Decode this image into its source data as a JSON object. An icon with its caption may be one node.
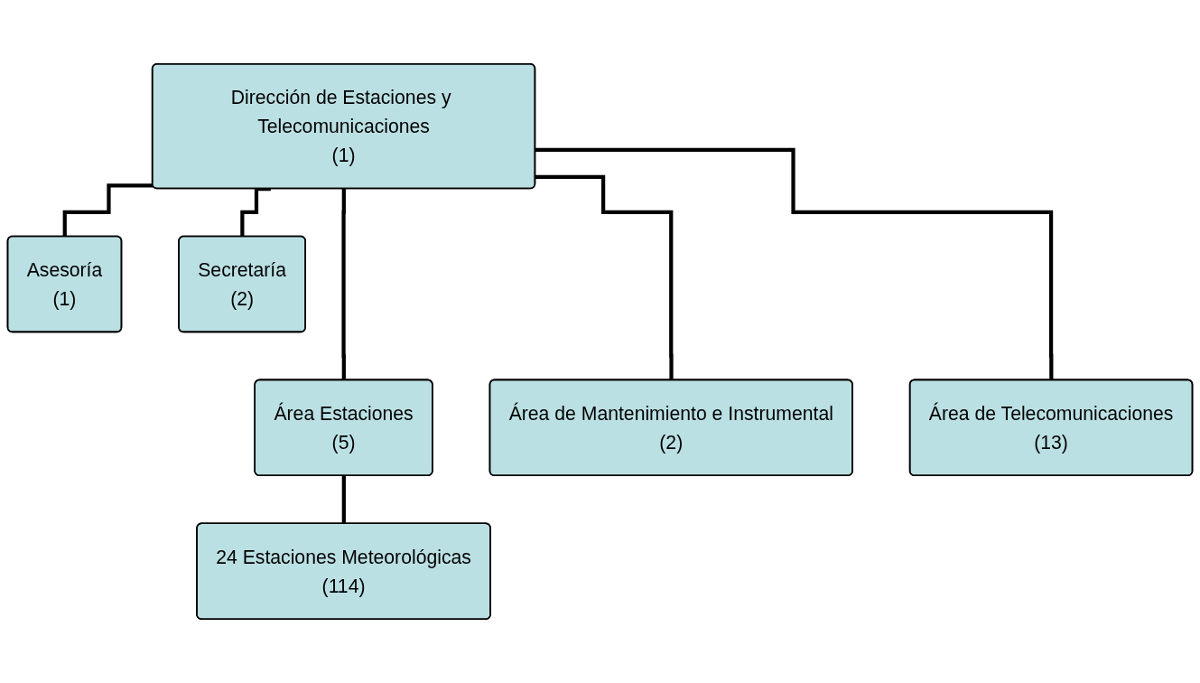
{
  "diagram": {
    "nodes": [
      {
        "text": [
          "Dirección de Estaciones y Telecomunicaciones",
          "(1)"
        ]
      },
      {
        "text": [
          "Asesoría",
          "(1)"
        ]
      },
      {
        "text": [
          "Secretaría",
          "(2)"
        ]
      },
      {
        "text": [
          "Área Estaciones",
          "(5)"
        ]
      },
      {
        "text": [
          "Área de Mantenimiento e Instrumental",
          "(2)"
        ]
      },
      {
        "text": [
          "Área de Telecomunicaciones",
          "(13)"
        ]
      },
      {
        "text": [
          "24 Estaciones Meteorológicas",
          "(114)"
        ]
      }
    ],
    "edges": [
      {
        "from": 0,
        "to": 1,
        "arrow": "none"
      },
      {
        "from": 0,
        "to": 2,
        "arrow": "none"
      },
      {
        "from": 0,
        "to": 3,
        "arrow": "none"
      },
      {
        "from": 0,
        "to": 4,
        "arrow": "none"
      },
      {
        "from": 0,
        "to": 5,
        "arrow": "none"
      },
      {
        "from": 3,
        "to": 6,
        "arrow": "none"
      }
    ]
  }
}
